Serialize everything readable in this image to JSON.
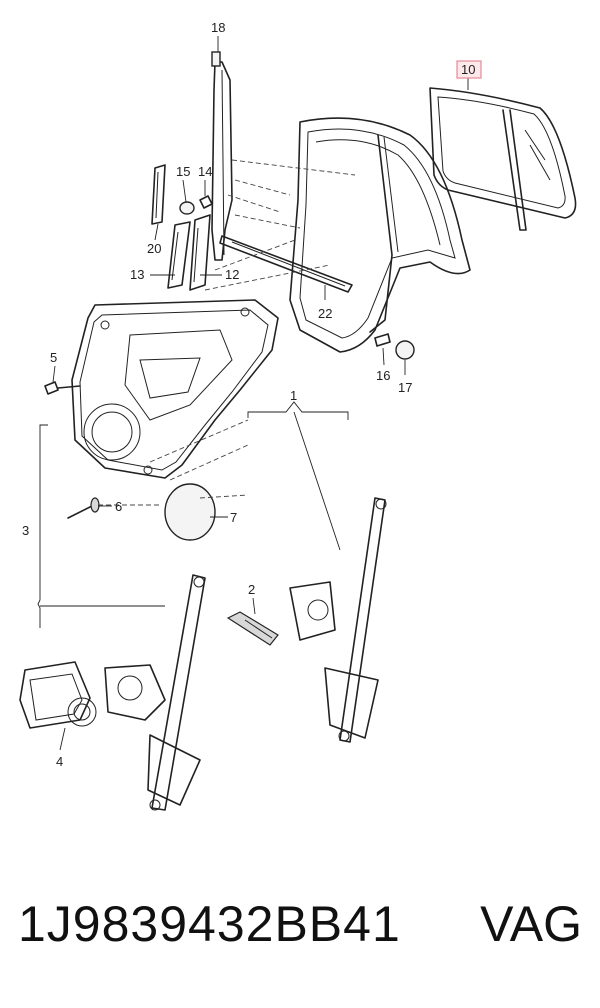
{
  "callouts": {
    "c1": "1",
    "c2": "2",
    "c3": "3",
    "c4": "4",
    "c5": "5",
    "c6": "6",
    "c7": "7",
    "c10": "10",
    "c12": "12",
    "c13": "13",
    "c14": "14",
    "c15": "15",
    "c16": "16",
    "c17": "17",
    "c18": "18",
    "c20": "20",
    "c22": "22"
  },
  "footer": {
    "part_number": "1J9839432BB41",
    "brand": "VAG"
  },
  "colors": {
    "highlight": "#fde8ea",
    "highlight_border": "#e58a96"
  }
}
